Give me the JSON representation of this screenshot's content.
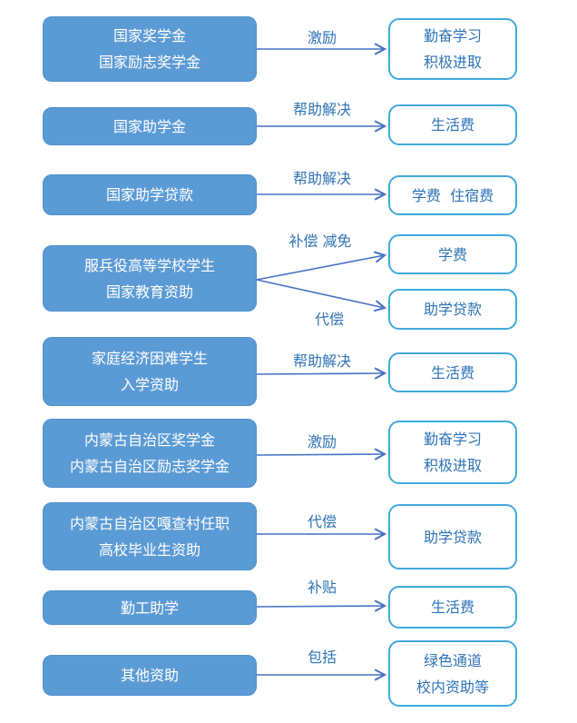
{
  "colors": {
    "source_box_fill": "#5b9bd5",
    "target_box_border": "#41a8dc",
    "text_blue": "#2e74b5",
    "arrow_blue": "#4472c4"
  },
  "rows": [
    {
      "source": [
        "国家奖学金",
        "国家励志奖学金"
      ],
      "relation": "激励",
      "target": [
        "勤奋学习",
        "积极进取"
      ]
    },
    {
      "source": [
        "国家助学金"
      ],
      "relation": "帮助解决",
      "target": [
        "生活费"
      ]
    },
    {
      "source": [
        "国家助学贷款"
      ],
      "relation": "帮助解决",
      "target": [
        "学费  住宿费"
      ]
    },
    {
      "source": [
        "服兵役高等学校学生",
        "国家教育资助"
      ],
      "branches": [
        {
          "relation": "补偿 减免",
          "target": [
            "学费"
          ]
        },
        {
          "relation": "代偿",
          "target": [
            "助学贷款"
          ]
        }
      ]
    },
    {
      "source": [
        "家庭经济困难学生",
        "入学资助"
      ],
      "relation": "帮助解决",
      "target": [
        "生活费"
      ]
    },
    {
      "source": [
        "内蒙古自治区奖学金",
        "内蒙古自治区励志奖学金"
      ],
      "relation": "激励",
      "target": [
        "勤奋学习",
        "积极进取"
      ]
    },
    {
      "source": [
        "内蒙古自治区嘎查村任职",
        "高校毕业生资助"
      ],
      "relation": "代偿",
      "target": [
        "助学贷款"
      ]
    },
    {
      "source": [
        "勤工助学"
      ],
      "relation": "补贴",
      "target": [
        "生活费"
      ]
    },
    {
      "source": [
        "其他资助"
      ],
      "relation": "包括",
      "target": [
        "绿色通道",
        "校内资助等"
      ]
    }
  ]
}
